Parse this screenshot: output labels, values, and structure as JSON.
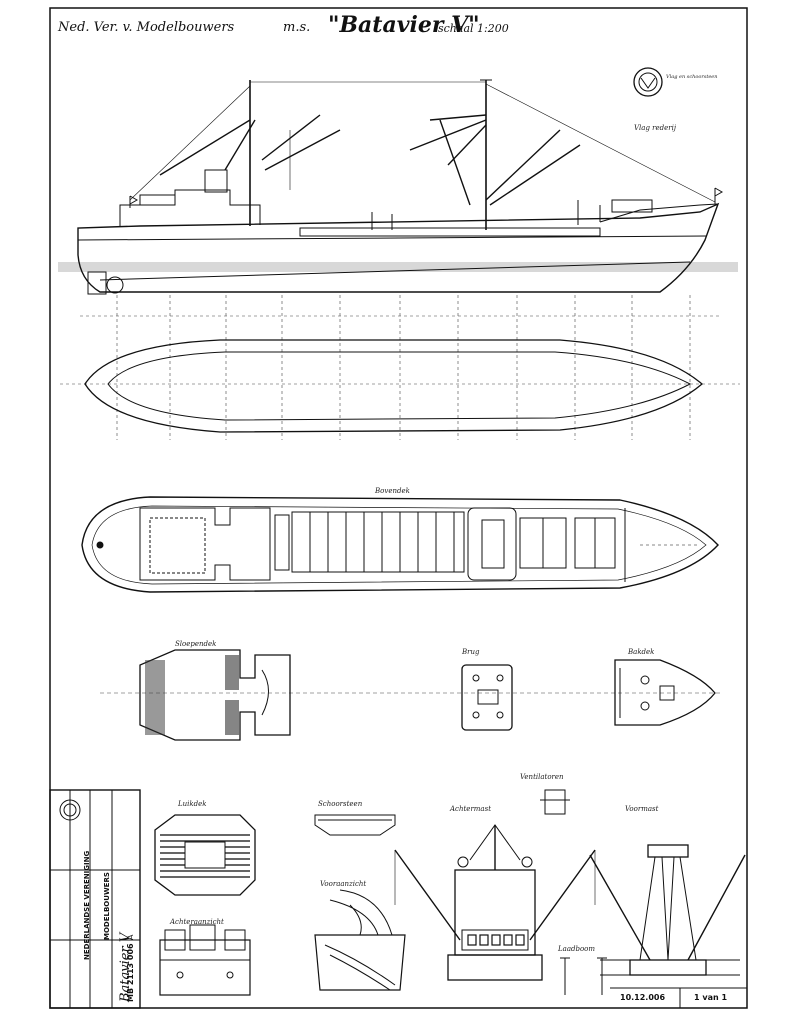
{
  "header": {
    "left_text": "Ned. Ver. v. Modelbouwers",
    "ms_prefix": "m.s.",
    "ship_name": "\"Batavier V\"",
    "scale": "schaal 1:200"
  },
  "labels": {
    "flag_note": "Vlag rederij",
    "emblem_text": "Vlag en schoorsteen",
    "boat_deck": "Sloependek",
    "forecastle": "Bakdek",
    "bridge": "Brug",
    "hatch": "Luikdek",
    "deck_plan": "Bovendek",
    "mast_aft": "Achtermast",
    "mast_fwd": "Voormast",
    "stern_view": "Achteraanzicht",
    "front_view": "Vooraanzicht",
    "funnel": "Schoorsteen",
    "derrick": "Laadboom",
    "ventilator": "Ventilatoren"
  },
  "title_block": {
    "org_line_1": "NEDERLANDSE VERENIGING",
    "org_line_2": "MODELBOUWERS",
    "ship_name_script": "Batavier V",
    "drawing_no": "MB 2113 006",
    "date": "10.12.006",
    "sheet": "1 van 1",
    "revision": "A"
  },
  "colors": {
    "ink": "#111111",
    "paper": "#ffffff",
    "water": "#cfcfcf"
  }
}
